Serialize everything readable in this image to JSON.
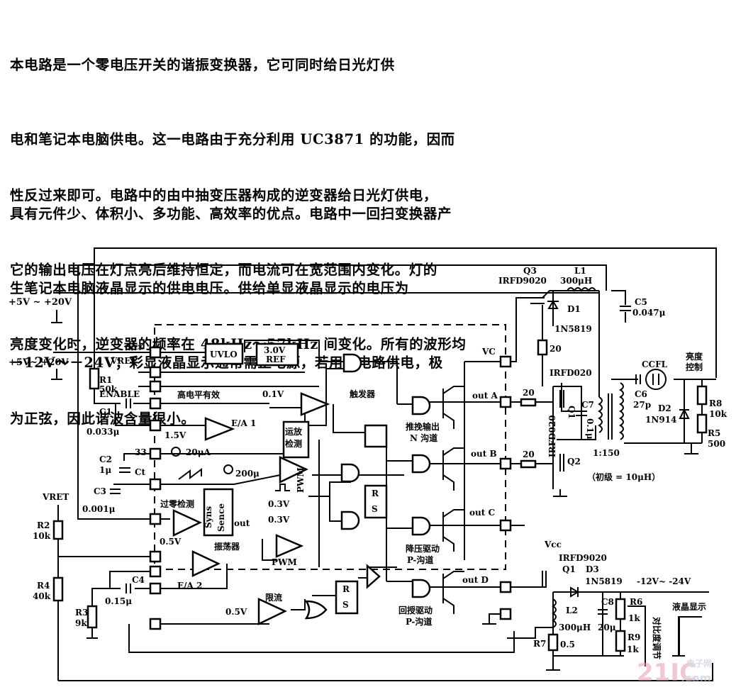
{
  "document": {
    "paragraph1_lines": [
      "    本电路是一个零电压开关的谐振变换器，它可同时给日光灯供",
      "电和笔记本电脑供电。这一电路由于充分利用 UC3871 的功能，因而",
      "具有元件少、体积小、多功能、高效率的优点。电路中一回扫变换器产",
      "生笔记本电脑液晶显示的供电电压。供给单显液晶显示的电压为",
      "－12V～－24V；彩显液晶显示通常需正电源，若用本电路供电，极"
    ],
    "paragraph2_lines": [
      "性反过来即可。电路中的由中抽变压器构成的逆变器给日光灯供电，",
      "它的输出电压在灯点亮后维持恒定，而电流可在宽范围内变化。灯的",
      "亮度变化时，逆变器的频率在 48kHz～57kHz 间变化。所有的波形均",
      "为正弦，因此谐波含量很小。"
    ]
  },
  "schematic": {
    "supply1": "+5V ~ +20V",
    "supply2": "+5V~ +20V",
    "vcc": "Vcc",
    "vref": "VREF",
    "enable": "ENABLE",
    "uvlo": "UVLO",
    "ref_l1": "3.0V",
    "ref_l2": "REF",
    "high_active": "高电平有效",
    "r1": "R1",
    "r1v": "50k",
    "c1": "C1",
    "c1v": "0.033μ",
    "v15": "1.5V",
    "ea1": "E/A 1",
    "v01": "0.1V",
    "opamp_l1": "运放",
    "opamp_l2": "检测",
    "trigger": "触发器",
    "pin33": "33",
    "i20": "20μA",
    "c2": "C2",
    "c2v": "1μ",
    "ct": "Ct",
    "i200": "200μ",
    "c3": "C3",
    "c3v": "0.001μ",
    "zero_detect": "过零检测",
    "syns_sense_l1": "Syns",
    "syns_sense_l2": "Sence",
    "out": "out",
    "v03a": "0.3V",
    "v03b": "0.3V",
    "pwm_vert": "PWM",
    "pwm": "PWM",
    "v05a": "0.5V",
    "oscillator": "振荡器",
    "ea2": "E/A 2",
    "c4": "C4",
    "c4v": "0.15μ",
    "vret": "VRET",
    "r2": "R2",
    "r2v": "10k",
    "r4": "R4",
    "r4v": "40k",
    "r3": "R3",
    "r3v": "9k",
    "current_limit": "限流",
    "v05b": "0.5V",
    "rs_r": "R",
    "rs_s": "S",
    "vc": "VC",
    "outA": "out A",
    "outB": "out B",
    "outC": "out C",
    "outD": "out D",
    "pushpull_l1": "推挽输出",
    "pushpull_l2": "N 沟道",
    "buck_l1": "降压驱动",
    "buck_l2": "P-沟道",
    "flyback_l1": "回授驱动",
    "flyback_l2": "P-沟道",
    "res20a": "20",
    "res20b": "20",
    "res20c": "20",
    "q3": "Q3",
    "q3p": "IRFD9020",
    "l1": "L1",
    "l1v": "300μH",
    "d1": "D1",
    "d1p": "1N5819",
    "c5": "C5",
    "c5v": "0.047μ",
    "irfd020a": "IRFD020",
    "irfd020b": "IRFD020",
    "q1": "Q1",
    "q2": "Q2",
    "c7": "C7",
    "c7v": "0.1μ",
    "ratio": "1:150",
    "primary": "（初级 = 10μH）",
    "ccfl": "CCFL",
    "bright_l1": "亮度",
    "bright_l2": "控制",
    "c6": "C6",
    "c6v": "27p",
    "d2": "D2",
    "d2p": "1N914",
    "r8": "R8",
    "r8v": "10k",
    "r5": "R5",
    "r5v": "500",
    "vcc2": "Vcc",
    "q1b_part": "IRFD9020",
    "q1b": "Q1",
    "d3": "D3",
    "d3p": "1N5819",
    "lcd_voltage": "-12V~ -24V",
    "lcd": "液晶显示",
    "l2": "L2",
    "l2v": "300μH",
    "c8": "C8",
    "c8v": "20μ",
    "r6": "R6",
    "r6v": "1k",
    "r9": "R9",
    "r9v": "1k",
    "r7": "R7",
    "r7v": "0.5",
    "contrast": "对比度调节",
    "watermark_main": "21IC",
    "watermark_cn": "电子网",
    "watermark_com": ".com"
  }
}
